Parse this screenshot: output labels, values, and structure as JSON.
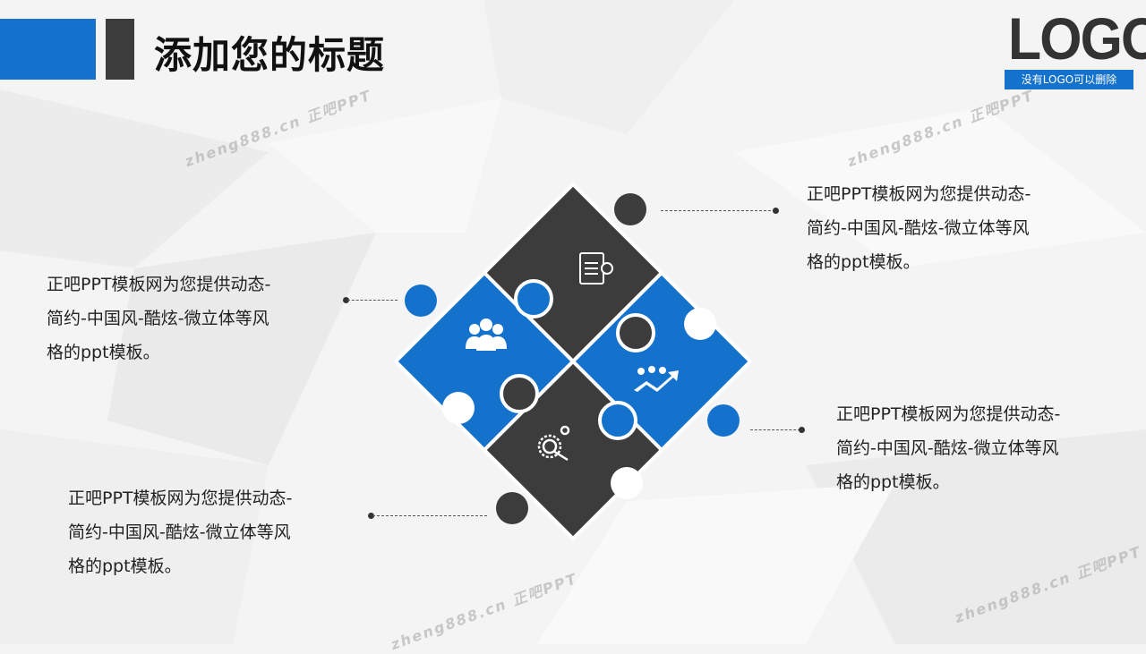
{
  "header": {
    "title": "添加您的标题"
  },
  "logo": {
    "text": "LOGO",
    "subtitle": "没有LOGO可以删除"
  },
  "blocks": [
    {
      "lines": [
        "正吧PPT模板网为您提供动态-",
        "简约-中国风-酷炫-微立体等风",
        "格的ppt模板。"
      ]
    },
    {
      "lines": [
        "正吧PPT模板网为您提供动态-",
        "简约-中国风-酷炫-微立体等风",
        "格的ppt模板。"
      ]
    },
    {
      "lines": [
        "正吧PPT模板网为您提供动态-",
        "简约-中国风-酷炫-微立体等风",
        "格的ppt模板。"
      ]
    },
    {
      "lines": [
        "正吧PPT模板网为您提供动态-",
        "简约-中国风-酷炫-微立体等风",
        "格的ppt模板。"
      ]
    }
  ],
  "watermark": "zheng888.cn 正吧PPT",
  "colors": {
    "blue": "#1472cc",
    "dark": "#3c3c3c"
  }
}
